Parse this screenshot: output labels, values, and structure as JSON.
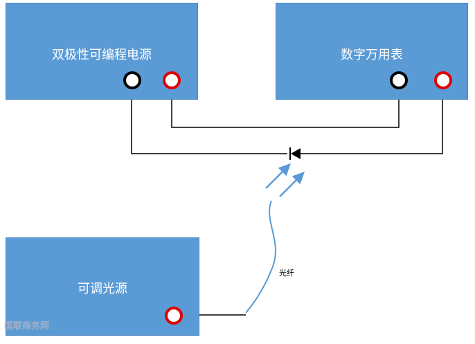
{
  "instruments": {
    "power_supply": {
      "label": "双极性可编程电源"
    },
    "multimeter": {
      "label": "数字万用表"
    },
    "light_source": {
      "label": "可调光源"
    }
  },
  "fiber": {
    "label": "光纤"
  },
  "watermark": "国联商务网",
  "colors": {
    "box": "#5b9bd5",
    "box_border": "#4a86bf",
    "terminal_black": "#000000",
    "terminal_red": "#e00000",
    "wire": "#000000",
    "fiber": "#5b9bd5"
  }
}
